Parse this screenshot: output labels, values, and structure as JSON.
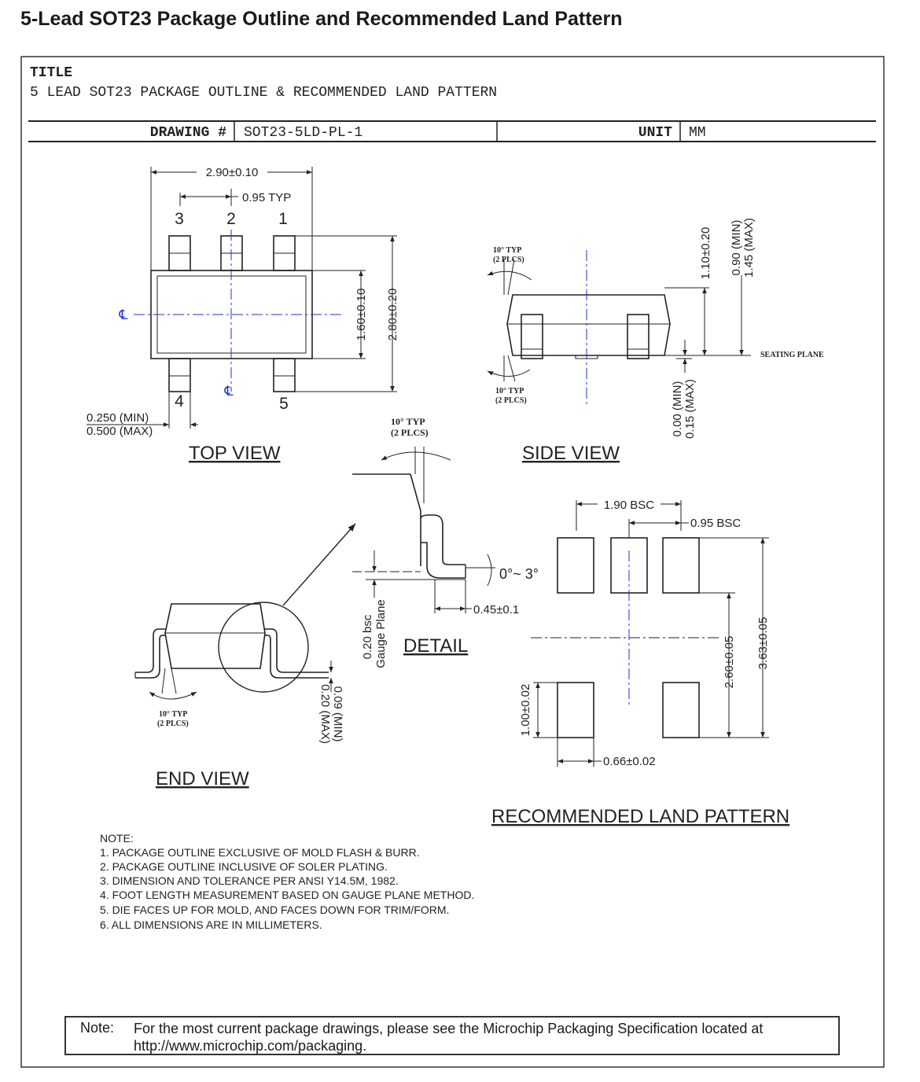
{
  "page_title": "5-Lead SOT23 Package Outline and Recommended Land Pattern",
  "title_block": {
    "title_label": "TITLE",
    "title_text": "5 LEAD SOT23 PACKAGE OUTLINE & RECOMMENDED LAND PATTERN",
    "drawing_label": "DRAWING #",
    "drawing_number": "SOT23-5LD-PL-1",
    "unit_label": "UNIT",
    "unit_value": "MM"
  },
  "top_view": {
    "label": "TOP VIEW",
    "dim_width": "2.90±0.10",
    "dim_pitch": "0.95 TYP",
    "pin_1": "1",
    "pin_2": "2",
    "pin_3": "3",
    "pin_4": "4",
    "pin_5": "5",
    "dim_body_height": "1.60±0.10",
    "dim_total_height": "2.80±0.20",
    "dim_lead_min": "0.250 (MIN)",
    "dim_lead_max": "0.500 (MAX)",
    "centerline_mark": "℄"
  },
  "side_view": {
    "label": "SIDE VIEW",
    "angle_top_1": "10° TYP",
    "angle_top_2": "(2 PLCS)",
    "angle_bottom_1": "10° TYP",
    "angle_bottom_2": "(2 PLCS)",
    "dim_height": "1.10±0.20",
    "dim_height_min": "0.90 (MIN)",
    "dim_height_max": "1.45 (MAX)",
    "seating_plane": "SEATING PLANE",
    "dim_standoff_min": "0.00 (MIN)",
    "dim_standoff_max": "0.15 (MAX)"
  },
  "detail": {
    "label": "DETAIL",
    "angle_1": "10° TYP",
    "angle_2": "(2 PLCS)",
    "foot_angle": "0°~ 3°",
    "foot_length": "0.45±0.1",
    "gauge_1": "0.20 bsc",
    "gauge_2": "Gauge Plane"
  },
  "end_view": {
    "label": "END VIEW",
    "angle_1": "10° TYP",
    "angle_2": "(2 PLCS)",
    "dim_min": "0.09 (MIN)",
    "dim_max": "0.20 (MAX)"
  },
  "land_pattern": {
    "label": "RECOMMENDED LAND PATTERN",
    "dim_190": "1.90 BSC",
    "dim_095": "0.95 BSC",
    "dim_363": "3.63±0.05",
    "dim_260": "2.60±0.05",
    "dim_100": "1.00±0.02",
    "dim_066": "0.66±0.02"
  },
  "notes": {
    "header": "NOTE:",
    "items": [
      "1. PACKAGE OUTLINE EXCLUSIVE OF MOLD FLASH & BURR.",
      "2. PACKAGE OUTLINE INCLUSIVE OF SOLER PLATING.",
      "3. DIMENSION AND TOLERANCE PER ANSI Y14.5M, 1982.",
      "4. FOOT LENGTH MEASUREMENT BASED ON GAUGE PLANE METHOD.",
      "5. DIE FACES UP FOR MOLD, AND FACES DOWN FOR TRIM/FORM.",
      "6. ALL DIMENSIONS ARE IN MILLIMETERS."
    ]
  },
  "footnote": {
    "label": "Note:",
    "line_1": "For the most current package drawings, please see the Microchip Packaging Specification located at",
    "line_2": "http://www.microchip.com/packaging."
  }
}
